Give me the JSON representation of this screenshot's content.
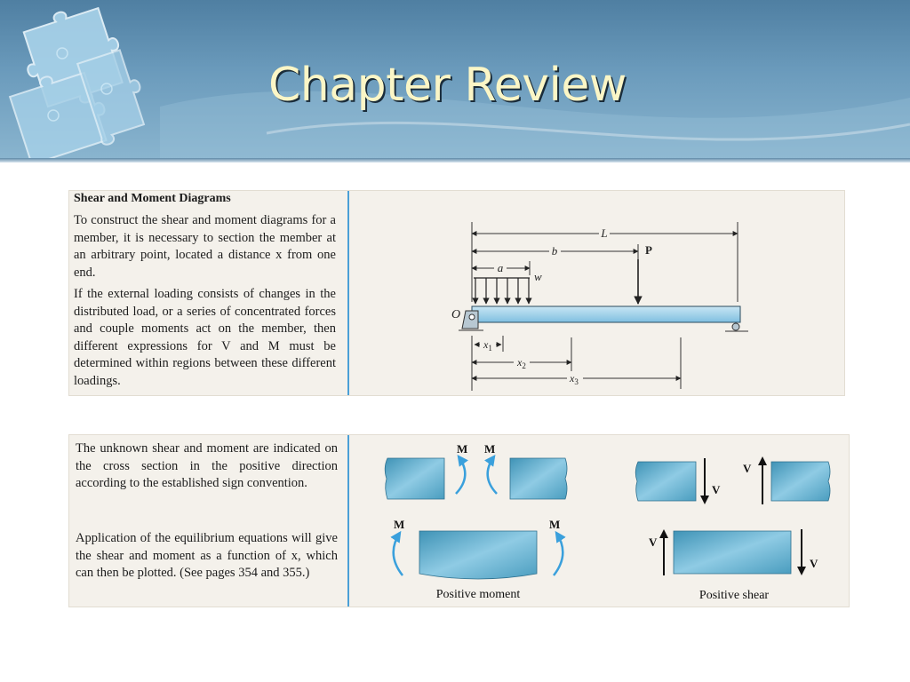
{
  "slide": {
    "title": "Chapter Review"
  },
  "panel1": {
    "heading": "Shear and Moment Diagrams",
    "para1": "To construct the shear and moment diagrams for a member, it is necessary to section the member at an arbitrary point, located a distance x from one end.",
    "para2": "If the external loading consists of changes in the distributed load, or a series of concentrated forces and couple moments act on the member, then different expressions for V and M must be determined within regions between these different loadings.",
    "figure": {
      "label_L": "L",
      "label_b": "b",
      "label_a": "a",
      "label_w": "w",
      "label_P": "P",
      "label_O": "O",
      "label_x1": "x",
      "label_x1_sub": "1",
      "label_x2": "x",
      "label_x2_sub": "2",
      "label_x3": "x",
      "label_x3_sub": "3"
    }
  },
  "panel2": {
    "para1": "The unknown shear and moment are indicated on the cross section in the positive direction according to the established sign convention.",
    "para2": "Application of the equilibrium equations will give the shear and moment as a function of x, which can then be plotted. (See pages 354 and 355.)",
    "moment_fig": {
      "label_m": "M",
      "caption": "Positive moment"
    },
    "shear_fig": {
      "label_v": "V",
      "caption": "Positive shear"
    }
  },
  "colors": {
    "header": "#5b8bad",
    "title_text": "#fbf6c6",
    "panel_bg": "#f4f1eb",
    "divider": "#4a9fd6",
    "beam": "#9fd0ea",
    "arrow_blue": "#3aa0dc"
  }
}
